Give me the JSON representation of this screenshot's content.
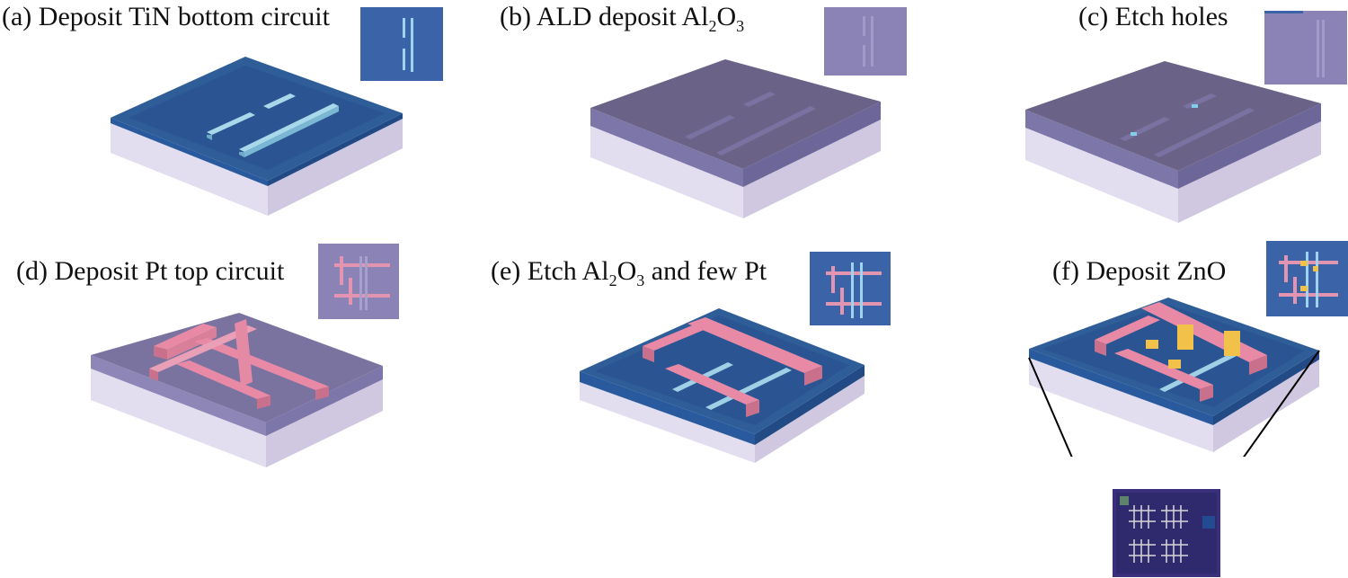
{
  "panels": [
    {
      "id": "a",
      "label": "(a) Deposit TiN bottom circuit"
    },
    {
      "id": "b",
      "label_pre": "(b) ALD deposit Al",
      "sub1": "2",
      "mid": "O",
      "sub2": "3",
      "post": ""
    },
    {
      "id": "c",
      "label": "(c) Etch holes"
    },
    {
      "id": "d",
      "label": "(d) Deposit Pt top circuit"
    },
    {
      "id": "e",
      "label_pre": "(e) Etch Al",
      "sub1": "2",
      "mid": "O",
      "sub2": "3",
      "post": " and few Pt"
    },
    {
      "id": "f",
      "label": "(f) Deposit ZnO"
    }
  ],
  "colors": {
    "substrate_side": "#dcd6ea",
    "tin_blue": "#2e5d98",
    "al2o3_purple": "#7b74a6",
    "tin_line": "#8fcbe6",
    "pt_pink": "#e58aa4",
    "zno_yellow": "#f2c14a"
  }
}
